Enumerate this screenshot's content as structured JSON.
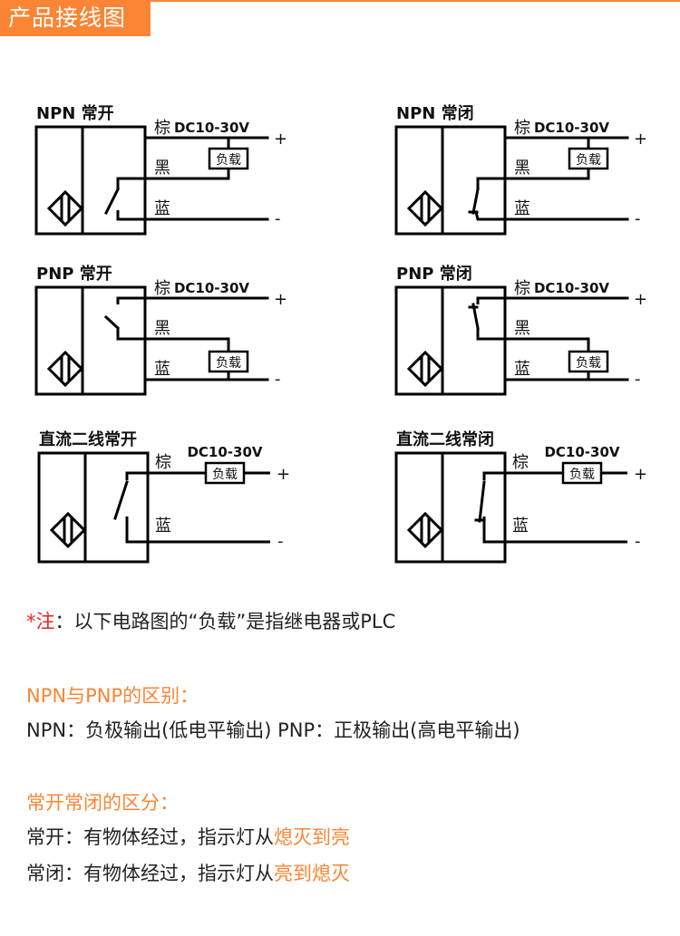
{
  "header": {
    "title": "产品接线图",
    "accent": "#fb8534"
  },
  "diagrams": [
    {
      "id": "npn-no",
      "title": "NPN 常开",
      "type": "npn",
      "contact": "no",
      "wires": [
        "棕",
        "黑",
        "蓝"
      ],
      "voltage": "DC10-30V",
      "load": "负载",
      "plus": "+",
      "minus": "-"
    },
    {
      "id": "npn-nc",
      "title": "NPN 常闭",
      "type": "npn",
      "contact": "nc",
      "wires": [
        "棕",
        "黑",
        "蓝"
      ],
      "voltage": "DC10-30V",
      "load": "负载",
      "plus": "+",
      "minus": "-"
    },
    {
      "id": "pnp-no",
      "title": "PNP 常开",
      "type": "pnp",
      "contact": "no",
      "wires": [
        "棕",
        "黑",
        "蓝"
      ],
      "voltage": "DC10-30V",
      "load": "负载",
      "plus": "+",
      "minus": "-"
    },
    {
      "id": "pnp-nc",
      "title": "PNP 常闭",
      "type": "pnp",
      "contact": "nc",
      "wires": [
        "棕",
        "黑",
        "蓝"
      ],
      "voltage": "DC10-30V",
      "load": "负载",
      "plus": "+",
      "minus": "-"
    },
    {
      "id": "dc2-no",
      "title": "直流二线常开",
      "type": "dc2",
      "contact": "no",
      "wires": [
        "棕",
        "蓝"
      ],
      "voltage": "DC10-30V",
      "load": "负载",
      "plus": "+",
      "minus": "-"
    },
    {
      "id": "dc2-nc",
      "title": "直流二线常闭",
      "type": "dc2",
      "contact": "nc",
      "wires": [
        "棕",
        "蓝"
      ],
      "voltage": "DC10-30V",
      "load": "负载",
      "plus": "+",
      "minus": "-"
    }
  ],
  "note": {
    "prefix": "*注",
    "text": "：以下电路图的“负载”是指继电器或PLC",
    "prefix_color": "#e8231f"
  },
  "npn_pnp": {
    "heading": "NPN与PNP的区别：",
    "line": "NPN：负极输出(低电平输出)  PNP：正极输出(高电平输出)"
  },
  "no_nc": {
    "heading": "常开常闭的区分：",
    "lines": [
      {
        "plain": "常开：有物体经过，指示灯从",
        "highlight": "熄灭到亮"
      },
      {
        "plain": "常闭：有物体经过，指示灯从",
        "highlight": "亮到熄灭"
      }
    ]
  }
}
